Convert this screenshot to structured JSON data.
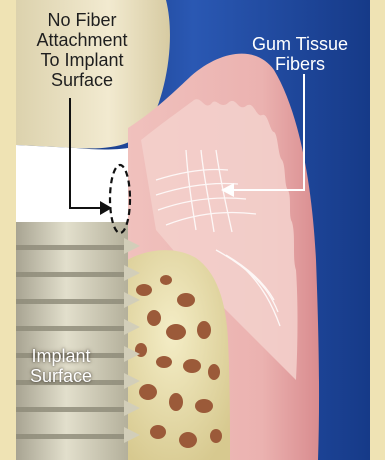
{
  "labels": {
    "no_fiber_line1": "No Fiber",
    "no_fiber_line2": "Attachment",
    "no_fiber_line3": "To Implant",
    "no_fiber_line4": "Surface",
    "gum_line1": "Gum Tissue",
    "gum_line2": "Fibers",
    "implant_line1": "Implant",
    "implant_line2": "Surface"
  },
  "colors": {
    "frame": "#efe3b4",
    "crown": "#ede4c4",
    "gum": "#e7a7a8",
    "gum_inner": "#f1c9c6",
    "blue_bg": "#1e3e8e",
    "bone": "#d9cf93",
    "bone_holes": "#9a5a3a",
    "implant": "#cfcbb4",
    "implant_thread_shadow": "#8d8a78"
  }
}
